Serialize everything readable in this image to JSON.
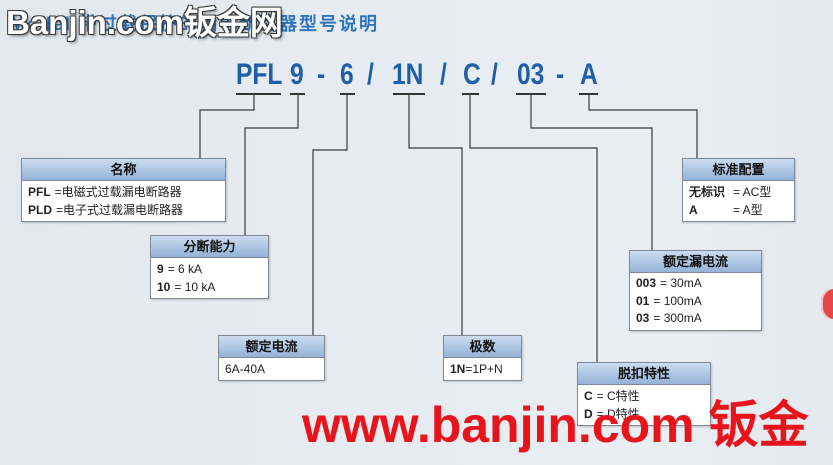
{
  "title": "Model 带过载保护的漏电断路器型号说明",
  "watermark": {
    "top": "Banjin.com钣金网",
    "bottom": "www.banjin.com 钣金"
  },
  "model_code": [
    "PFL",
    "9",
    "-",
    "6",
    "/",
    "1N",
    "/",
    "C",
    "/",
    "03",
    "-",
    "A"
  ],
  "boxes": {
    "name": {
      "title": "名称",
      "lines": [
        {
          "code": "PFL",
          "text": "=电磁式过载漏电断路器"
        },
        {
          "code": "PLD",
          "text": "=电子式过载漏电断路器"
        }
      ]
    },
    "breaking_capacity": {
      "title": "分断能力",
      "lines": [
        {
          "code": "9",
          "text": "= 6 kA"
        },
        {
          "code": "10",
          "text": "= 10 kA"
        }
      ]
    },
    "rated_current": {
      "title": "额定电流",
      "lines": [
        {
          "text": "6A-40A"
        }
      ]
    },
    "poles": {
      "title": "极数",
      "lines": [
        {
          "code": "1N",
          "text": "=1P+N"
        }
      ]
    },
    "trip_characteristic": {
      "title": "脱扣特性",
      "lines": [
        {
          "code": "C",
          "text": "= C特性"
        },
        {
          "code": "D",
          "text": "= D特性"
        }
      ]
    },
    "residual_current": {
      "title": "额定漏电流",
      "lines": [
        {
          "code": "003",
          "text": "= 30mA"
        },
        {
          "code": "01",
          "text": "= 100mA"
        },
        {
          "code": "03",
          "text": "= 300mA"
        }
      ]
    },
    "standard_config": {
      "title": "标准配置",
      "lines": [
        {
          "code": "无标识",
          "text": "= AC型"
        },
        {
          "code": "A",
          "text": "= A型"
        }
      ]
    }
  },
  "colors": {
    "code-blue": "#1f5ea8",
    "title-blue": "#2f74bd",
    "header-top": "#cbdcf0",
    "header-bottom": "#94b2d7",
    "wm-red": "#e8141c",
    "bg": "#e6ecf2"
  }
}
